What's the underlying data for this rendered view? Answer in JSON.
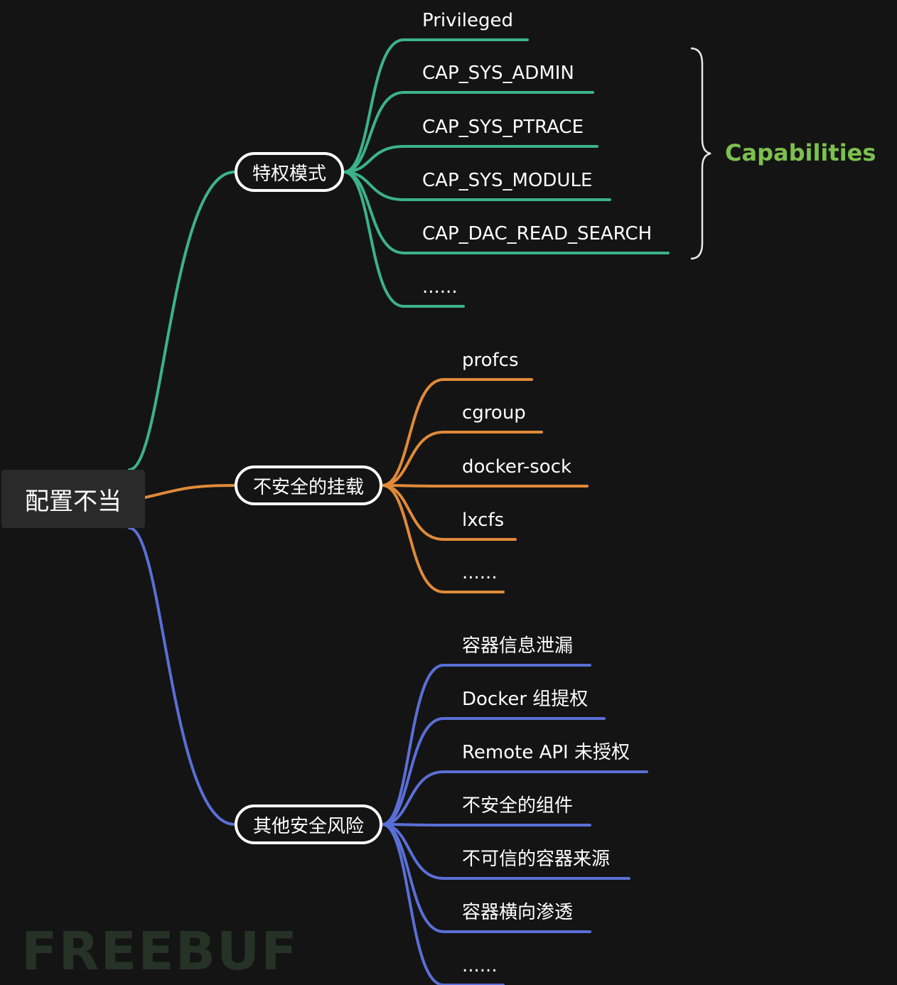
{
  "root": {
    "label": "配置不当"
  },
  "branches": [
    {
      "label": "特权模式",
      "color": "#3cb28a",
      "leaves": [
        "Privileged",
        "CAP_SYS_ADMIN",
        "CAP_SYS_PTRACE",
        "CAP_SYS_MODULE",
        "CAP_DAC_READ_SEARCH",
        "......"
      ]
    },
    {
      "label": "不安全的挂载",
      "color": "#e08a38",
      "leaves": [
        "profcs",
        "cgroup",
        "docker-sock",
        "lxcfs",
        "......"
      ]
    },
    {
      "label": "其他安全风险",
      "color": "#5a6fd6",
      "leaves": [
        "容器信息泄漏",
        "Docker 组提权",
        "Remote API 未授权",
        "不安全的组件",
        "不可信的容器来源",
        "容器横向渗透",
        "......"
      ]
    }
  ],
  "brace_label": "Capabilities",
  "brace_color": "#7cc04e",
  "watermark": "FREEBUF"
}
